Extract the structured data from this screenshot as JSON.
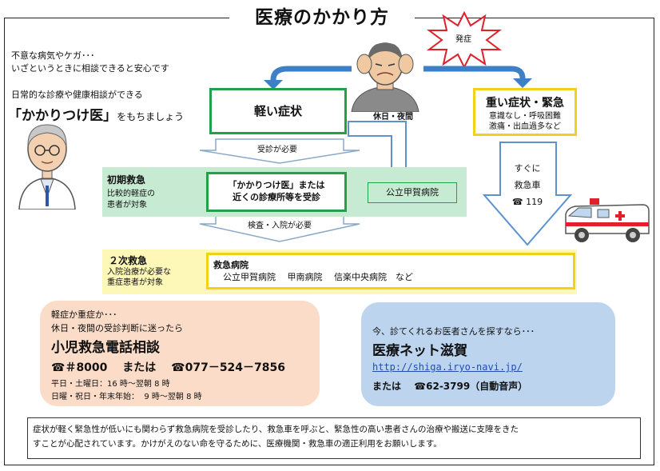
{
  "title": "医療のかかり方",
  "intro": {
    "line1": "不意な病気やケガ･･･",
    "line2": "いざというときに相談できると安心です",
    "line3": "日常的な診療や健康相談ができる",
    "emph": "「かかりつけ医」",
    "emph_suffix": "をもちましょう"
  },
  "burst_label": "発症",
  "mild": {
    "label": "軽い症状"
  },
  "night_label": "休日・夜間",
  "severe": {
    "label": "重い症状・緊急",
    "sub1": "意識なし・呼吸困難",
    "sub2": "激痛・出血過多など"
  },
  "arrow_consult": "受診が必要",
  "initial": {
    "head": "初期救急",
    "desc1": "比較的軽症の",
    "desc2": "患者が対象",
    "box_line1": "「かかりつけ医」または",
    "box_line2": "近くの診療所等を受診",
    "hospital": "公立甲賀病院"
  },
  "ambulance_text": {
    "line1": "すぐに",
    "line2": "救急車",
    "line3": "☎ 119"
  },
  "arrow_exam": "検査・入院が必要",
  "secondary": {
    "head": "２次救急",
    "desc1": "入院治療が必要な",
    "desc2": "重症患者が対象",
    "box_title": "救急病院",
    "box_list": "公立甲賀病院　 甲南病院　 信楽中央病院　など"
  },
  "child": {
    "line1": "軽症か重症か･･･",
    "line2": "休日・夜間の受診判断に迷ったら",
    "title": "小児救急電話相談",
    "phone": "☎＃8000　 または　 ☎077－524－7856",
    "hours1": "平日・土曜日：16 時～翌朝 8 時",
    "hours2": "日曜・祝日・年末年始：  9 時～翌朝 8 時"
  },
  "net": {
    "line1": "今、診てくれるお医者さんを探すなら･･･",
    "title": "医療ネット滋賀",
    "url": "http://shiga.iryo-navi.jp/",
    "phone": "または　 ☎62-3799（自動音声）"
  },
  "footer": {
    "line1": "症状が軽く緊急性が低いにも関わらず救急病院を受診したり、救急車を呼ぶと、緊急性の高い患者さんの治療や搬送に支障をきた",
    "line2": "すことが心配されています。かけがえのない命を守るために、医療機関・救急車の適正利用をお願いします。"
  },
  "colors": {
    "green": "#22a04a",
    "yellow": "#f0d21a",
    "band_green": "#c6ead2",
    "band_yellow": "#fdf7b8",
    "peach": "#fbdcc8",
    "blue_pill": "#bcd4ee",
    "arrow_blue": "#3d80c6"
  }
}
